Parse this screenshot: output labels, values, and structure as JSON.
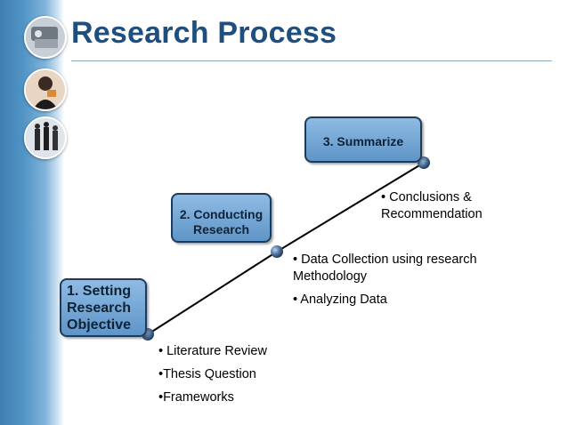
{
  "slide": {
    "title": "Research Process"
  },
  "sidebar": {
    "photos": [
      {
        "icon": "tools-photo-icon"
      },
      {
        "icon": "person-photo-icon"
      },
      {
        "icon": "people-walking-photo-icon"
      }
    ]
  },
  "steps": [
    {
      "label": "1. Setting Research Objective",
      "lines": [
        "1. Setting",
        "Research",
        "Objective"
      ]
    },
    {
      "label": "2. Conducting Research",
      "lines": [
        "2. Conducting",
        "Research"
      ]
    },
    {
      "label": "3. Summarize",
      "lines": [
        "3. Summarize"
      ]
    }
  ],
  "bullets": {
    "step1": [
      "• Literature Review",
      "•Thesis Question",
      "•Frameworks"
    ],
    "step2": [
      "• Data Collection using research Methodology",
      "• Analyzing Data"
    ],
    "step3": [
      "• Conclusions & Recommendation"
    ]
  },
  "colors": {
    "title": "#1f4f7f",
    "box_fill": "#6fa3d4",
    "box_border": "#1f3a5a",
    "node": "#4a6f9a"
  }
}
